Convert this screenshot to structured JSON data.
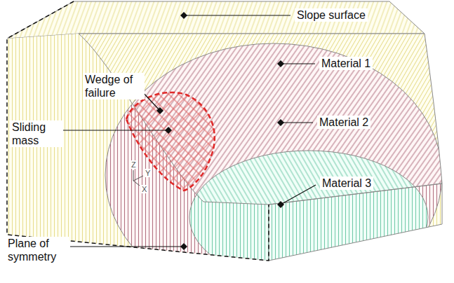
{
  "diagram": {
    "labels": [
      "Slope surface",
      "Wedge of failure",
      "Material 1",
      "Sliding mass",
      "Material 2",
      "Material 3",
      "Z",
      "Y",
      "X",
      "Plane of symmetry"
    ]
  }
}
